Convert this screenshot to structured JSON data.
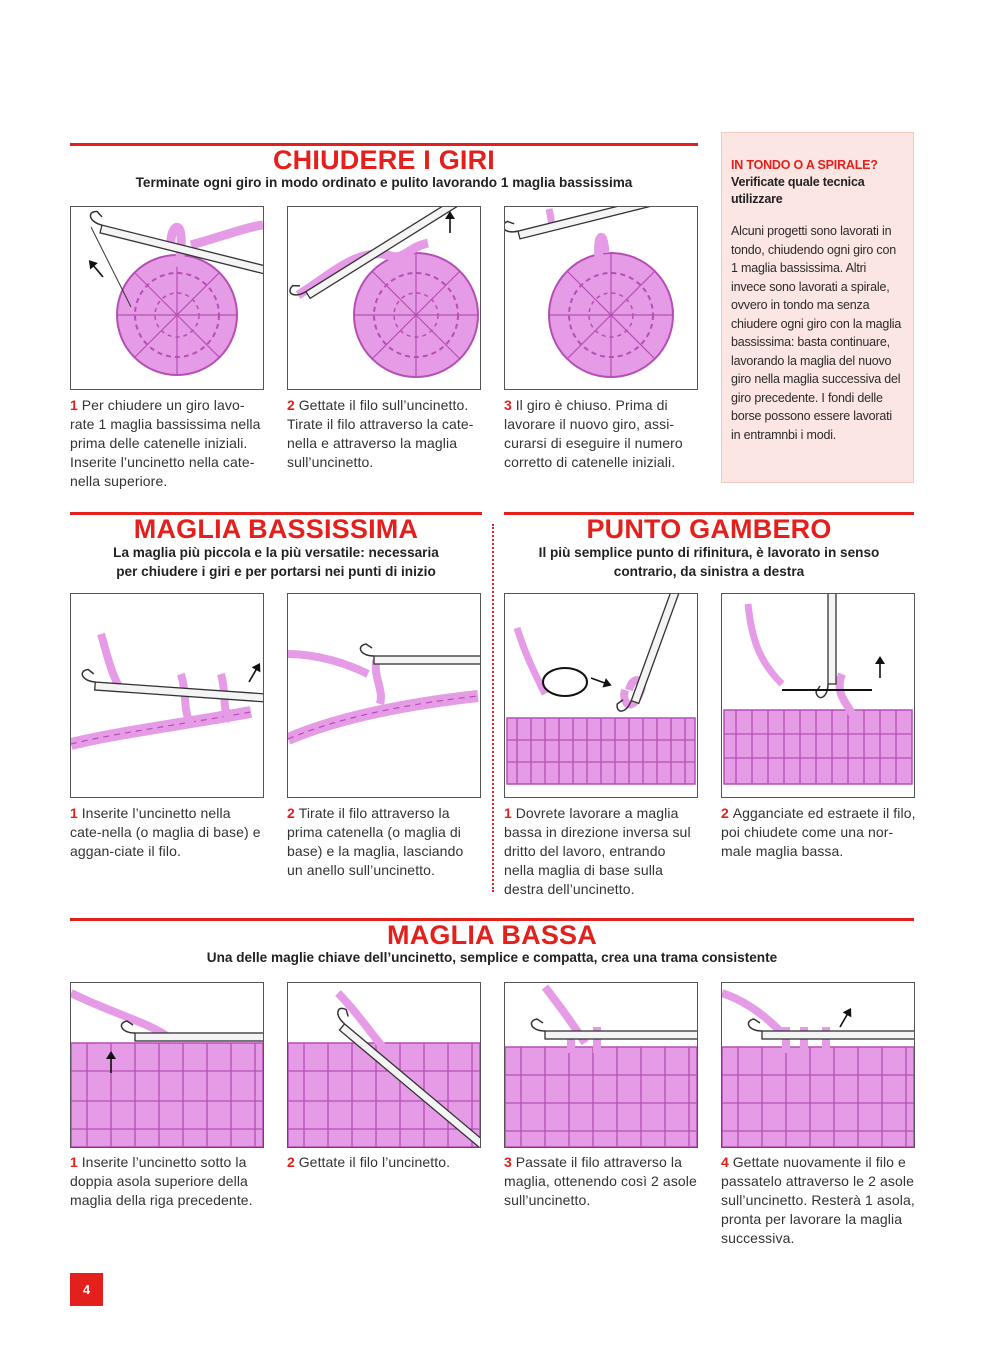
{
  "colors": {
    "accent": "#e3201b",
    "yarn": "#e69be6",
    "yarn_stroke": "#b54fb5",
    "sidebox_bg": "#fce6e3"
  },
  "s1": {
    "title": "CHIUDERE I GIRI",
    "subtitle": "Terminate ogni giro in modo ordinato e pulito lavorando 1 maglia bassissima",
    "steps": [
      {
        "n": "1",
        "text": "Per chiudere un giro lavo-rate 1 maglia bassissima nella prima delle catenelle iniziali. Inserite l’uncinetto nella cate-nella superiore."
      },
      {
        "n": "2",
        "text": "Gettate il filo sull’uncinetto. Tirate il filo attraverso la cate-nella e attraverso la maglia sull’uncinetto."
      },
      {
        "n": "3",
        "text": "Il giro è chiuso. Prima di lavorare il nuovo giro, assi-curarsi di eseguire il numero corretto di catenelle iniziali."
      }
    ]
  },
  "sidebox": {
    "title": "IN TONDO O A SPIRALE?",
    "subtitle": "Verificate quale tecnica utilizzare",
    "body": "Alcuni progetti sono lavorati in tondo, chiudendo ogni giro con 1 maglia bassissima. Altri invece sono lavorati a spirale, ovvero in tondo ma senza chiudere ogni giro con la maglia bassissima: basta continuare, lavorando la maglia del nuovo giro nella maglia successiva del giro precedente. I fondi delle borse possono essere lavorati in entramnbi i modi."
  },
  "s2": {
    "title": "MAGLIA BASSISSIMA",
    "subtitle_1": "La maglia più piccola e la più versatile: necessaria",
    "subtitle_2": "per chiudere i giri e per portarsi nei punti di inizio",
    "steps": [
      {
        "n": "1",
        "text": "Inserite l’uncinetto nella cate-nella (o maglia di base) e aggan-ciate il filo."
      },
      {
        "n": "2",
        "text": "Tirate il filo attraverso la prima catenella (o maglia di base) e la maglia, lasciando un anello sull’uncinetto."
      }
    ]
  },
  "s3": {
    "title": "PUNTO GAMBERO",
    "subtitle_1": "Il più semplice punto di rifinitura, è lavorato in senso",
    "subtitle_2": "contrario, da sinistra a destra",
    "steps": [
      {
        "n": "1",
        "text": "Dovrete lavorare a maglia bassa in direzione inversa sul dritto del lavoro, entrando nella maglia di base sulla destra dell’uncinetto."
      },
      {
        "n": "2",
        "text": "Agganciate ed estraete il filo, poi chiudete come una nor-male maglia bassa."
      }
    ]
  },
  "s4": {
    "title": "MAGLIA BASSA",
    "subtitle": "Una delle maglie chiave dell’uncinetto, semplice e compatta, crea una trama consistente",
    "steps": [
      {
        "n": "1",
        "text": "Inserite l’uncinetto sotto la doppia asola superiore della maglia della riga precedente."
      },
      {
        "n": "2",
        "text": "Gettate il filo l’uncinetto."
      },
      {
        "n": "3",
        "text": "Passate il filo attraverso la maglia, ottenendo così 2 asole sull’uncinetto."
      },
      {
        "n": "4",
        "text": "Gettate nuovamente il filo e passatelo attraverso le 2 asole sull’uncinetto. Resterà 1 asola, pronta per lavorare la maglia successiva."
      }
    ]
  },
  "page_number": "4"
}
